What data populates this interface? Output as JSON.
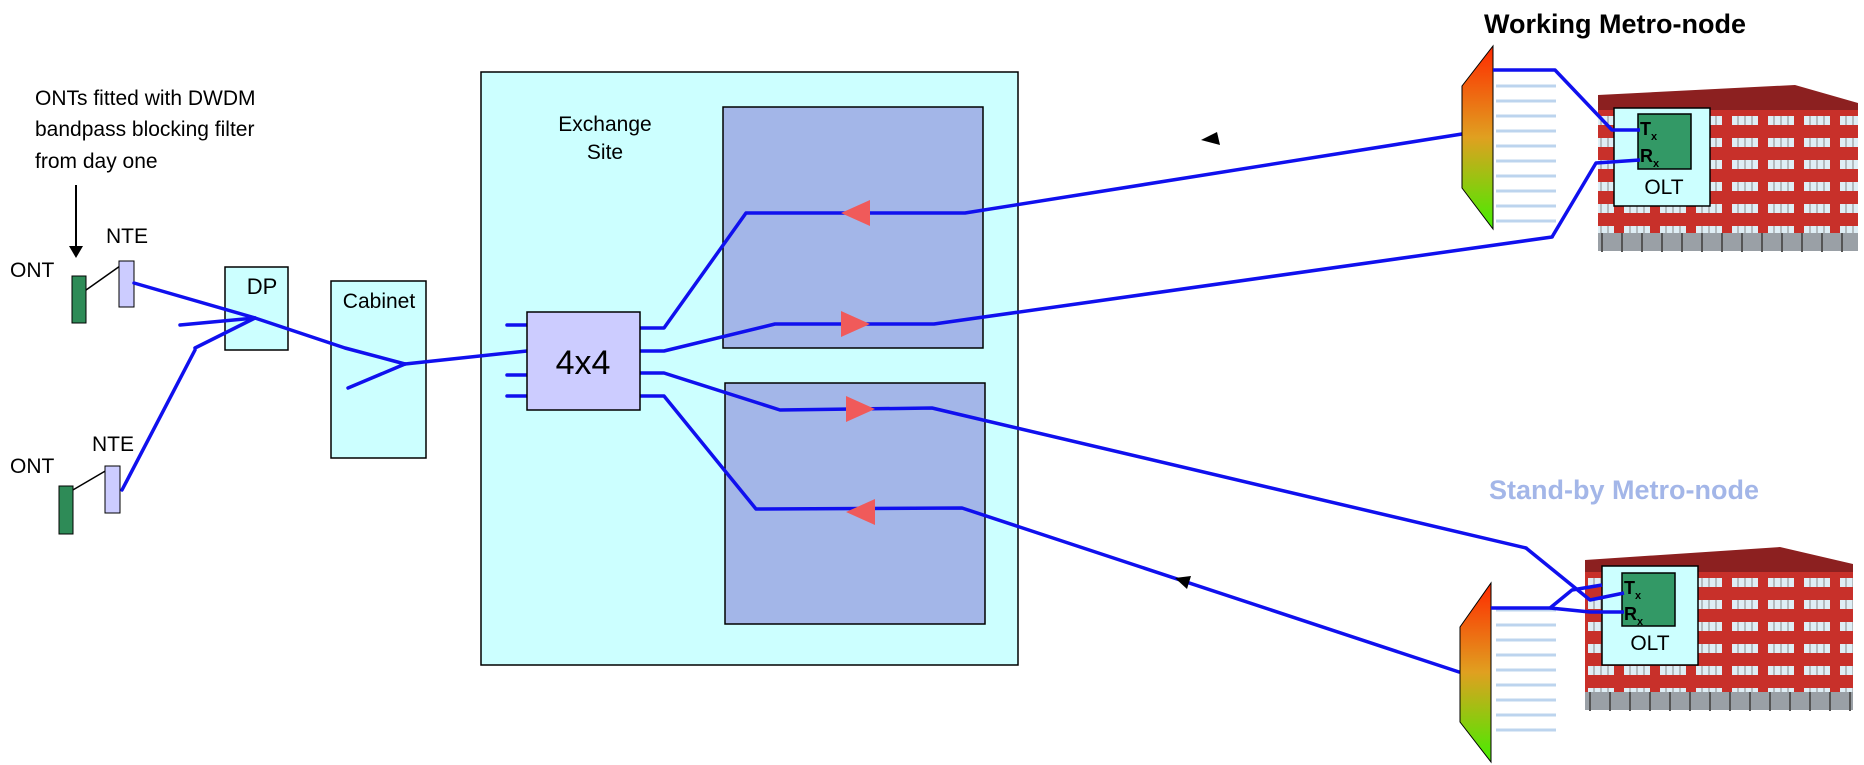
{
  "annotation": [
    "ONTs fitted with DWDM",
    "bandpass blocking filter",
    "from day one"
  ],
  "labels": {
    "ont": "ONT",
    "nte": "NTE",
    "dp": "DP",
    "cabinet": "Cabinet",
    "exchange_site": [
      "Exchange",
      "Site"
    ],
    "splitter": "4x4"
  },
  "working_node": {
    "title": "Working Metro-node",
    "tx": "T",
    "tx_sub": "x",
    "rx": "R",
    "rx_sub": "x",
    "olt": "OLT"
  },
  "standby_node": {
    "title": "Stand-by Metro-node",
    "tx": "T",
    "tx_sub": "x",
    "rx": "R",
    "rx_sub": "x",
    "olt": "OLT"
  },
  "colors": {
    "fiber": "#1010ee",
    "exchange_fill": "#ccffff",
    "panel_fill": "#a3b6e8",
    "arrow": "#f05a5a",
    "ont": "#2e8b57",
    "nte": "#ccccff",
    "olt_box": "#ccffff",
    "tx_rx_box": "#339966",
    "building": "#c8302a",
    "standby_title": "#a3b6e8"
  }
}
